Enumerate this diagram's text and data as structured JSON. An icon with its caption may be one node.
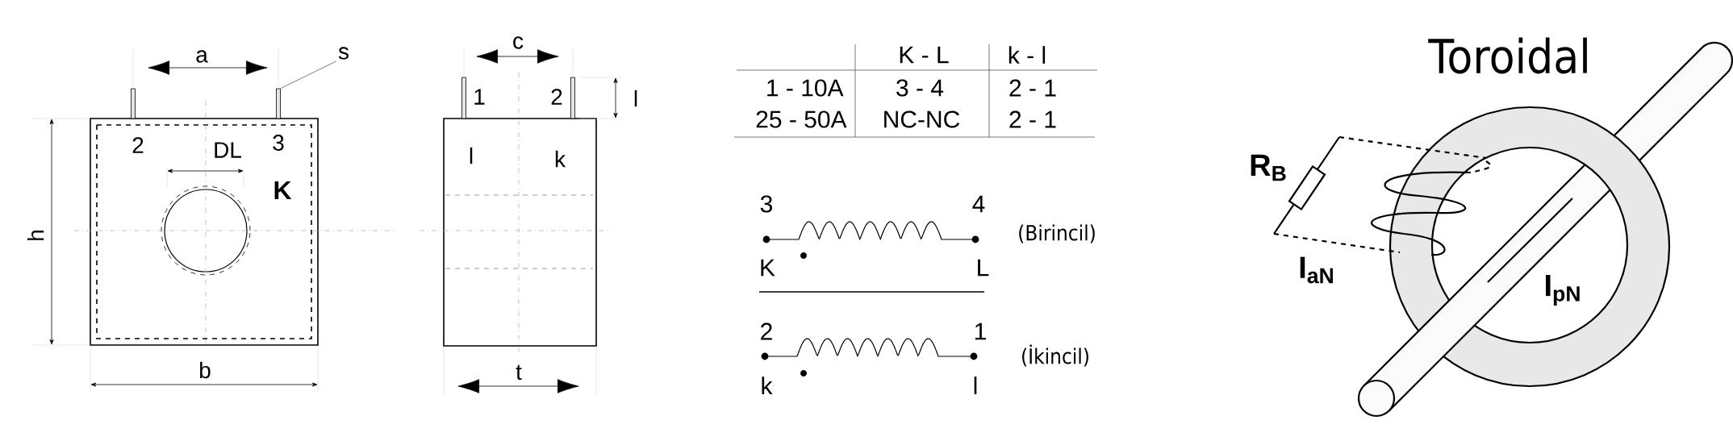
{
  "diagram": {
    "nodes": [
      {
        "text": [
          "s"
        ]
      },
      {
        "text": [],
        "shape": "bar"
      }
    ],
    "edges": [
      {
        "from": 0,
        "to": 1,
        "arrow": "none"
      }
    ],
    "labels": [
      "a",
      "2",
      "3",
      "DL",
      "K",
      "h",
      "b",
      "c",
      "1",
      "2",
      "l",
      "l",
      "k",
      "t",
      "K - L",
      "k - l",
      "1 - 10A",
      "3 - 4",
      "2 - 1",
      "25 - 50A",
      "NC-NC",
      "2 - 1",
      "3",
      "4",
      "(Birincil)",
      "K",
      "L",
      "2",
      "1",
      "(İkincil)",
      "k",
      "l",
      "Toroidal",
      "R$_{B}$",
      "I$_{aN}$",
      "I$_{pN}$"
    ]
  }
}
